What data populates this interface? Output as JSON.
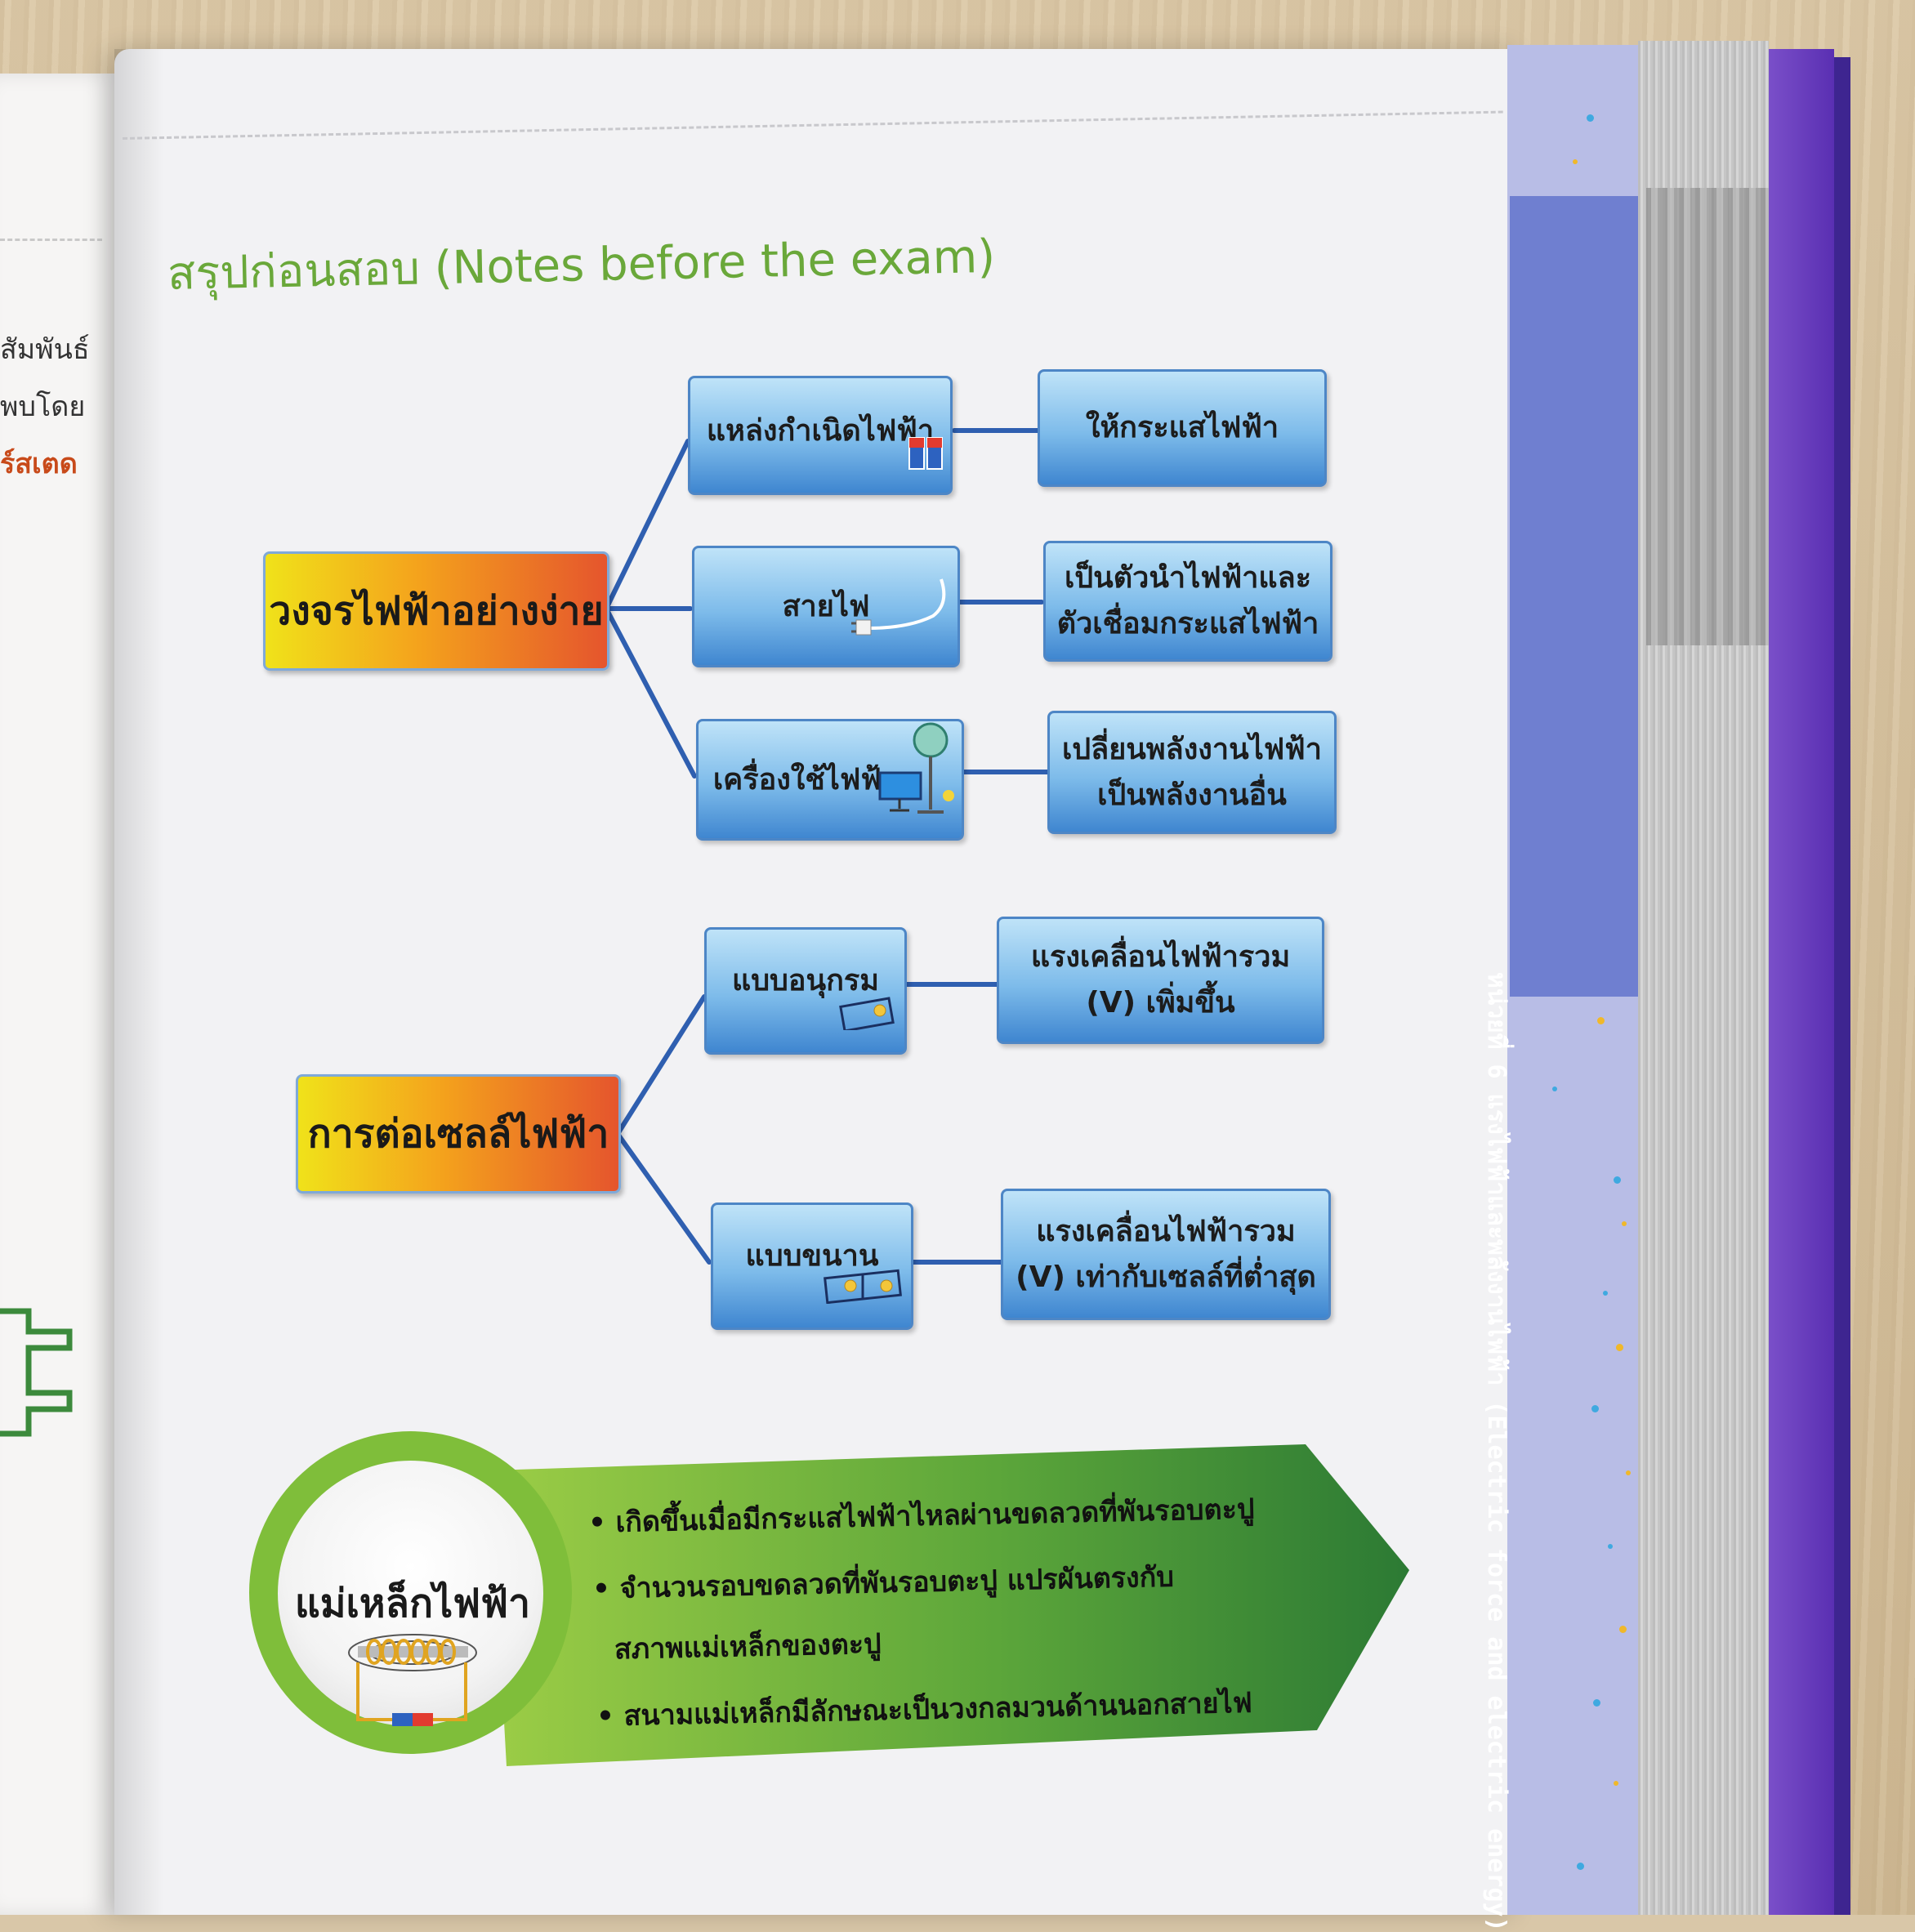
{
  "left_page": {
    "lines": [
      "สัมพันธ์",
      "พบโดย",
      "ร์สเตด"
    ]
  },
  "title": "สรุปก่อนสอบ (Notes before the exam)",
  "side_tab": "หน่วยที่ 6 แรงไฟฟ้าและพลังงานไฟฟ้า (Electric force and electric energy)",
  "map1": {
    "root": "วงจรไฟฟ้าอย่างง่าย",
    "branches": [
      {
        "label": "แหล่งกำเนิดไฟฟ้า",
        "desc": [
          "ให้กระแสไฟฟ้า"
        ],
        "icon": "battery-icon"
      },
      {
        "label": "สายไฟ",
        "desc": [
          "เป็นตัวนำไฟฟ้าและ",
          "ตัวเชื่อมกระแสไฟฟ้า"
        ],
        "icon": "plug-wire-icon"
      },
      {
        "label": "เครื่องใช้ไฟฟ้า",
        "desc": [
          "เปลี่ยนพลังงานไฟฟ้า",
          "เป็นพลังงานอื่น"
        ],
        "icon": "appliances-icon"
      }
    ]
  },
  "map2": {
    "root": "การต่อเซลล์ไฟฟ้า",
    "branches": [
      {
        "label": "แบบอนุกรม",
        "desc": [
          "แรงเคลื่อนไฟฟ้ารวม",
          "(V) เพิ่มขึ้น"
        ],
        "icon": "series-circuit-icon"
      },
      {
        "label": "แบบขนาน",
        "desc": [
          "แรงเคลื่อนไฟฟ้ารวม",
          "(V) เท่ากับเซลล์ที่ต่ำสุด"
        ],
        "icon": "parallel-circuit-icon"
      }
    ]
  },
  "electromagnet": {
    "title": "แม่เหล็กไฟฟ้า",
    "bullets": [
      "• เกิดขึ้นเมื่อมีกระแสไฟฟ้าไหลผ่านขดลวดที่พันรอบตะปู",
      "• จำนวนรอบขดลวดที่พันรอบตะปู แปรผันตรงกับ",
      "สภาพแม่เหล็กของตะปู",
      "• สนามแม่เหล็กมีลักษณะเป็นวงกลมวนด้านนอกสายไฟ"
    ],
    "icon": "coil-icon"
  },
  "colors": {
    "title_green": "#6aa83a",
    "node_blue": "#3f86d0",
    "root_start": "#f0e21a",
    "root_end": "#e5552d",
    "banner_light": "#8cc63f",
    "banner_dark": "#2e7d32",
    "tab_purple": "#6f7fd0",
    "cover_purple": "#5a2fb2"
  }
}
